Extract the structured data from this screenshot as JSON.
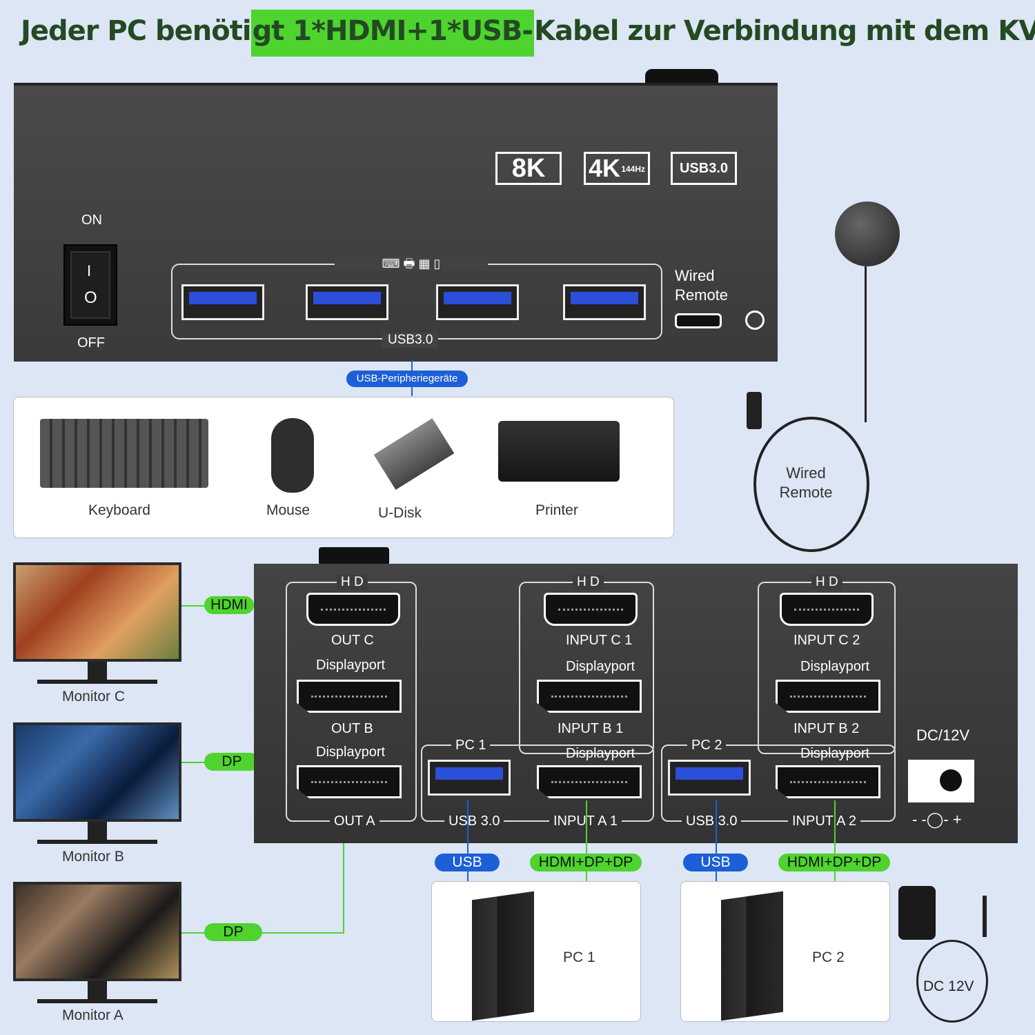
{
  "title": {
    "pre": "Jeder PC benöti",
    "highlight": "gt 1*HDMI+1*USB-",
    "post": "Kabel zur Verbindung mit dem KVM"
  },
  "badges": [
    "8K",
    "4K",
    "144Hz",
    "USB3.0"
  ],
  "power": {
    "on": "ON",
    "off": "OFF",
    "mark_i": "I",
    "mark_o": "O"
  },
  "usb_front_label": "USB3.0",
  "wired_remote_port": "Wired\nRemote",
  "peripherals_pill": "USB-Peripheriegeräte",
  "peripherals": [
    "Keyboard",
    "Mouse",
    "U-Disk",
    "Printer"
  ],
  "remote_label": "Wired\nRemote",
  "monitors": [
    "Monitor C",
    "Monitor B",
    "Monitor A"
  ],
  "conn_pills": {
    "hdmi": "HDMI",
    "dp1": "DP",
    "dp2": "DP"
  },
  "rear": {
    "hd": "H D",
    "out_c": "OUT C",
    "displayport": "Displayport",
    "out_b": "OUT B",
    "out_a": "OUT A",
    "pc1": "PC 1",
    "pc2": "PC 2",
    "usb30": "USB 3.0",
    "in_c1": "INPUT C 1",
    "in_b1": "INPUT B 1",
    "in_a1": "INPUT A 1",
    "in_c2": "INPUT C 2",
    "in_b2": "INPUT B 2",
    "in_a2": "INPUT A 2",
    "dc": "DC/12V",
    "polarity": "- -◯- +"
  },
  "bottom_pills": {
    "usb": "USB",
    "combo": "HDMI+DP+DP"
  },
  "pcs": [
    "PC 1",
    "PC 2"
  ],
  "adapter": "DC 12V",
  "colors": {
    "green": "#4ed32f",
    "blue": "#1c5fd6",
    "title": "#234a22"
  }
}
